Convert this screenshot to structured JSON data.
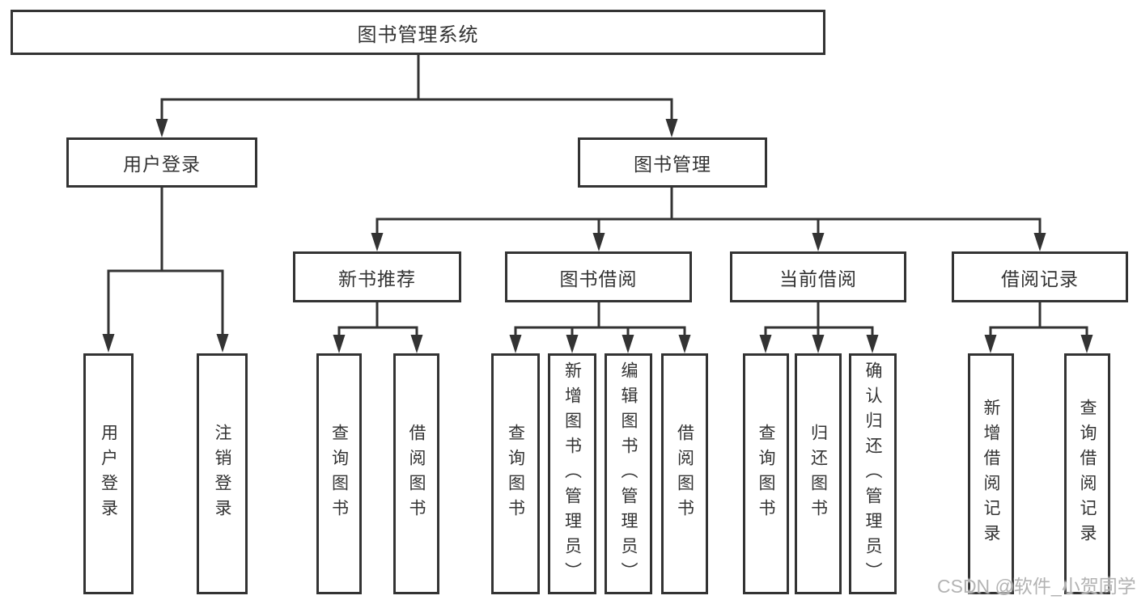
{
  "diagram": {
    "root": "图书管理系统",
    "user_login": {
      "label": "用户登录",
      "children": [
        "用户登录",
        "注销登录"
      ]
    },
    "book_management": {
      "label": "图书管理",
      "sections": [
        {
          "label": "新书推荐",
          "children": [
            "查询图书",
            "借阅图书"
          ]
        },
        {
          "label": "图书借阅",
          "children": [
            "查询图书",
            "新增图书（管理员）",
            "编辑图书（管理员）",
            "借阅图书"
          ]
        },
        {
          "label": "当前借阅",
          "children": [
            "查询图书",
            "归还图书",
            "确认归还（管理员）"
          ]
        },
        {
          "label": "借阅记录",
          "children": [
            "新增借阅记录",
            "查询借阅记录"
          ]
        }
      ]
    }
  },
  "watermark": "CSDN @软件_小贺同学",
  "colors": {
    "line": "#333333",
    "box_border": "#333333",
    "text": "#333333",
    "background": "#ffffff",
    "watermark_text": "#b3b3b3"
  }
}
